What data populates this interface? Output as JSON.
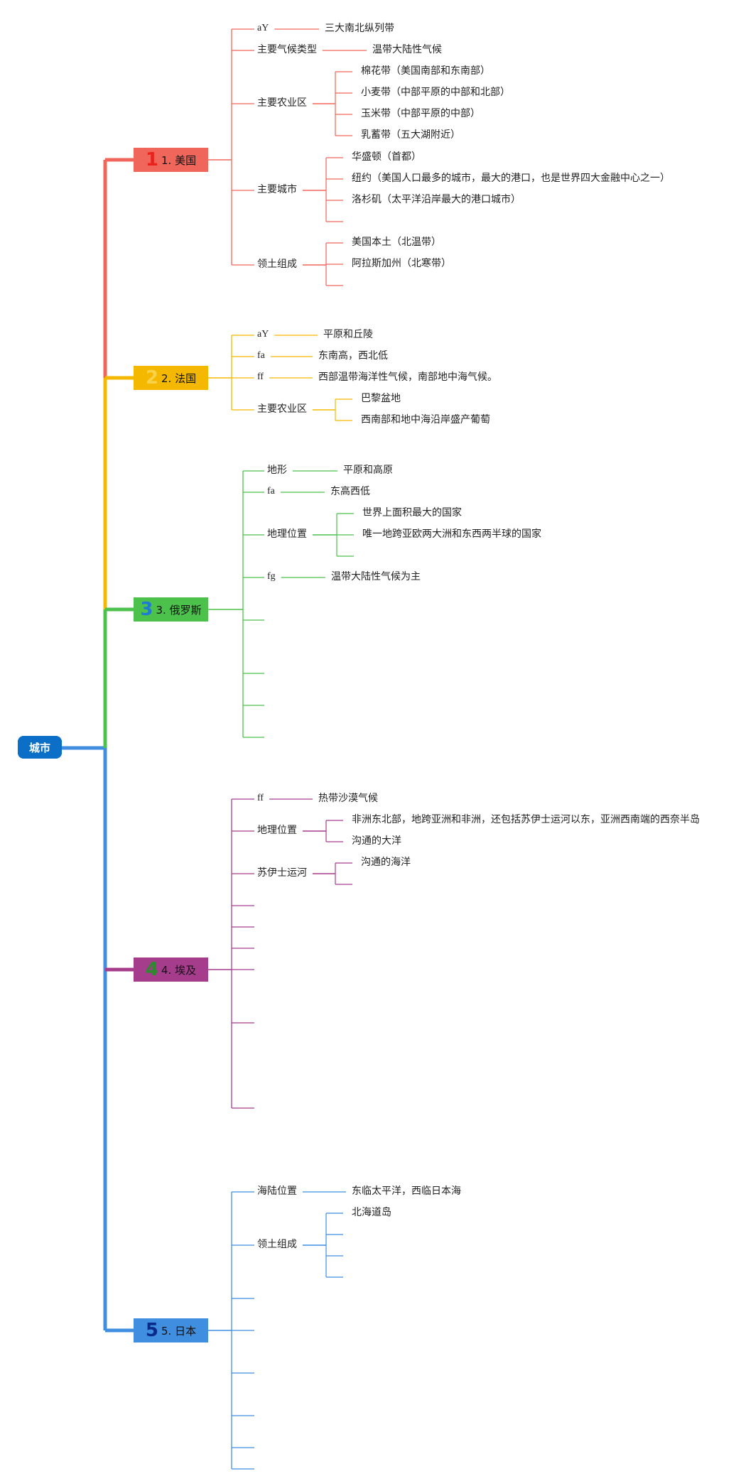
{
  "root": {
    "label": "城市"
  },
  "branches": [
    {
      "badge": "1",
      "label": "1. 美国",
      "color": "#f0665a",
      "badge_color": "#e8231c",
      "children": [
        {
          "label": "aY",
          "latin": true,
          "children": [
            {
              "label": "三大南北纵列带"
            }
          ]
        },
        {
          "label": "主要气候类型",
          "children": [
            {
              "label": "温带大陆性气候"
            }
          ]
        },
        {
          "label": "主要农业区",
          "children": [
            {
              "label": "棉花带（美国南部和东南部）"
            },
            {
              "label": "小麦带（中部平原的中部和北部）"
            },
            {
              "label": "玉米带（中部平原的中部）"
            },
            {
              "label": "乳蓄带（五大湖附近）"
            }
          ]
        },
        {
          "label": "主要城市",
          "children": [
            {
              "label": "华盛顿（首都）"
            },
            {
              "label": "纽约（美国人口最多的城市，最大的港口，也是世界四大金融中心之一）"
            },
            {
              "label": "洛杉矶（太平洋沿岸最大的港口城市）"
            },
            {
              "label": ""
            }
          ]
        },
        {
          "label": "领土组成",
          "children": [
            {
              "label": "美国本土（北温带）"
            },
            {
              "label": "阿拉斯加州（北寒带）"
            },
            {
              "label": ""
            }
          ]
        }
      ]
    },
    {
      "badge": "2",
      "label": "2. 法国",
      "color": "#f5b800",
      "badge_color": "#f8d24a",
      "children": [
        {
          "label": "aY",
          "latin": true,
          "children": [
            {
              "label": "平原和丘陵"
            }
          ]
        },
        {
          "label": "fa",
          "latin": true,
          "children": [
            {
              "label": "东南高，西北低"
            }
          ]
        },
        {
          "label": "ff",
          "latin": true,
          "children": [
            {
              "label": "西部温带海洋性气候，南部地中海气候。"
            }
          ]
        },
        {
          "label": "主要农业区",
          "children": [
            {
              "label": "巴黎盆地"
            },
            {
              "label": "西南部和地中海沿岸盛产葡萄"
            }
          ]
        }
      ]
    },
    {
      "badge": "3",
      "label": "3. 俄罗斯",
      "color": "#4cc24c",
      "badge_color": "#1f7ad6",
      "children": [
        {
          "label": "地形",
          "children": [
            {
              "label": "平原和高原"
            }
          ]
        },
        {
          "label": "fa",
          "latin": true,
          "children": [
            {
              "label": "东高西低"
            }
          ]
        },
        {
          "label": "地理位置",
          "children": [
            {
              "label": "世界上面积最大的国家"
            },
            {
              "label": "唯一地跨亚欧两大洲和东西两半球的国家"
            },
            {
              "label": ""
            }
          ]
        },
        {
          "label": "fg",
          "latin": true,
          "children": [
            {
              "label": "温带大陆性气候为主"
            }
          ]
        },
        {
          "label": ""
        },
        {
          "label": ""
        },
        {
          "label": ""
        },
        {
          "label": ""
        }
      ]
    },
    {
      "badge": "4",
      "label": "4. 埃及",
      "color": "#a63c8c",
      "badge_color": "#2b8a2b",
      "children": [
        {
          "label": "ff",
          "latin": true,
          "children": [
            {
              "label": "热带沙漠气候"
            }
          ]
        },
        {
          "label": "地理位置",
          "children": [
            {
              "label": "非洲东北部，地跨亚洲和非洲，还包括苏伊士运河以东，亚洲西南端的西奈半岛"
            },
            {
              "label": "沟通的大洋"
            }
          ]
        },
        {
          "label": "苏伊士运河",
          "children": [
            {
              "label": "沟通的海洋"
            },
            {
              "label": ""
            }
          ]
        },
        {
          "label": ""
        },
        {
          "label": ""
        },
        {
          "label": ""
        },
        {
          "label": ""
        },
        {
          "label": ""
        },
        {
          "label": ""
        }
      ]
    },
    {
      "badge": "5",
      "label": "5. 日本",
      "color": "#3f8ee0",
      "badge_color": "#0a2a8a",
      "children": [
        {
          "label": "海陆位置",
          "children": [
            {
              "label": "东临太平洋，西临日本海"
            }
          ]
        },
        {
          "label": "领土组成",
          "children": [
            {
              "label": "北海道岛"
            },
            {
              "label": ""
            },
            {
              "label": ""
            },
            {
              "label": ""
            }
          ]
        },
        {
          "label": ""
        },
        {
          "label": ""
        },
        {
          "label": ""
        },
        {
          "label": ""
        },
        {
          "label": ""
        },
        {
          "label": ""
        }
      ]
    }
  ]
}
